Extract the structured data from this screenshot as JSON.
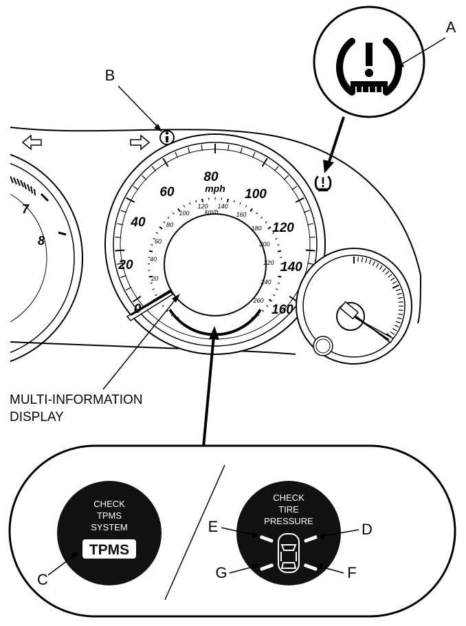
{
  "callouts": {
    "a": "A",
    "b": "B",
    "c": "C",
    "d": "D",
    "e": "E",
    "f": "F",
    "g": "G"
  },
  "speedometer": {
    "mph_unit": "mph",
    "kmh_unit": "km/h",
    "mph_ticks": [
      "0",
      "20",
      "40",
      "60",
      "80",
      "100",
      "120",
      "140",
      "160"
    ],
    "kmh_ticks": [
      "20",
      "40",
      "60",
      "80",
      "100",
      "120",
      "140",
      "160",
      "180",
      "200",
      "220",
      "240",
      "260"
    ]
  },
  "tachometer": {
    "ticks": [
      "7",
      "8"
    ]
  },
  "mid_label": {
    "line1": "MULTI-INFORMATION",
    "line2": "DISPLAY"
  },
  "display_left": {
    "line1": "CHECK",
    "line2": "TPMS",
    "line3": "SYSTEM",
    "badge": "TPMS"
  },
  "display_right": {
    "line1": "CHECK",
    "line2": "TIRE",
    "line3": "PRESSURE"
  },
  "icons": {
    "tpms_warning": "tpms-warning-icon",
    "info": "info-icon",
    "left_arrow": "left-arrow-icon",
    "right_arrow": "right-arrow-icon"
  }
}
